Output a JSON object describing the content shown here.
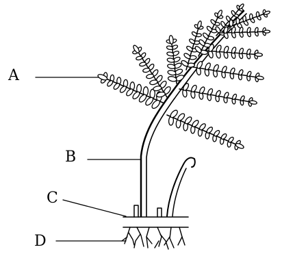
{
  "labels": {
    "A": "A",
    "B": "B",
    "C": "C",
    "D": "D"
  },
  "colors": {
    "ink": "#000000",
    "background": "#ffffff"
  }
}
